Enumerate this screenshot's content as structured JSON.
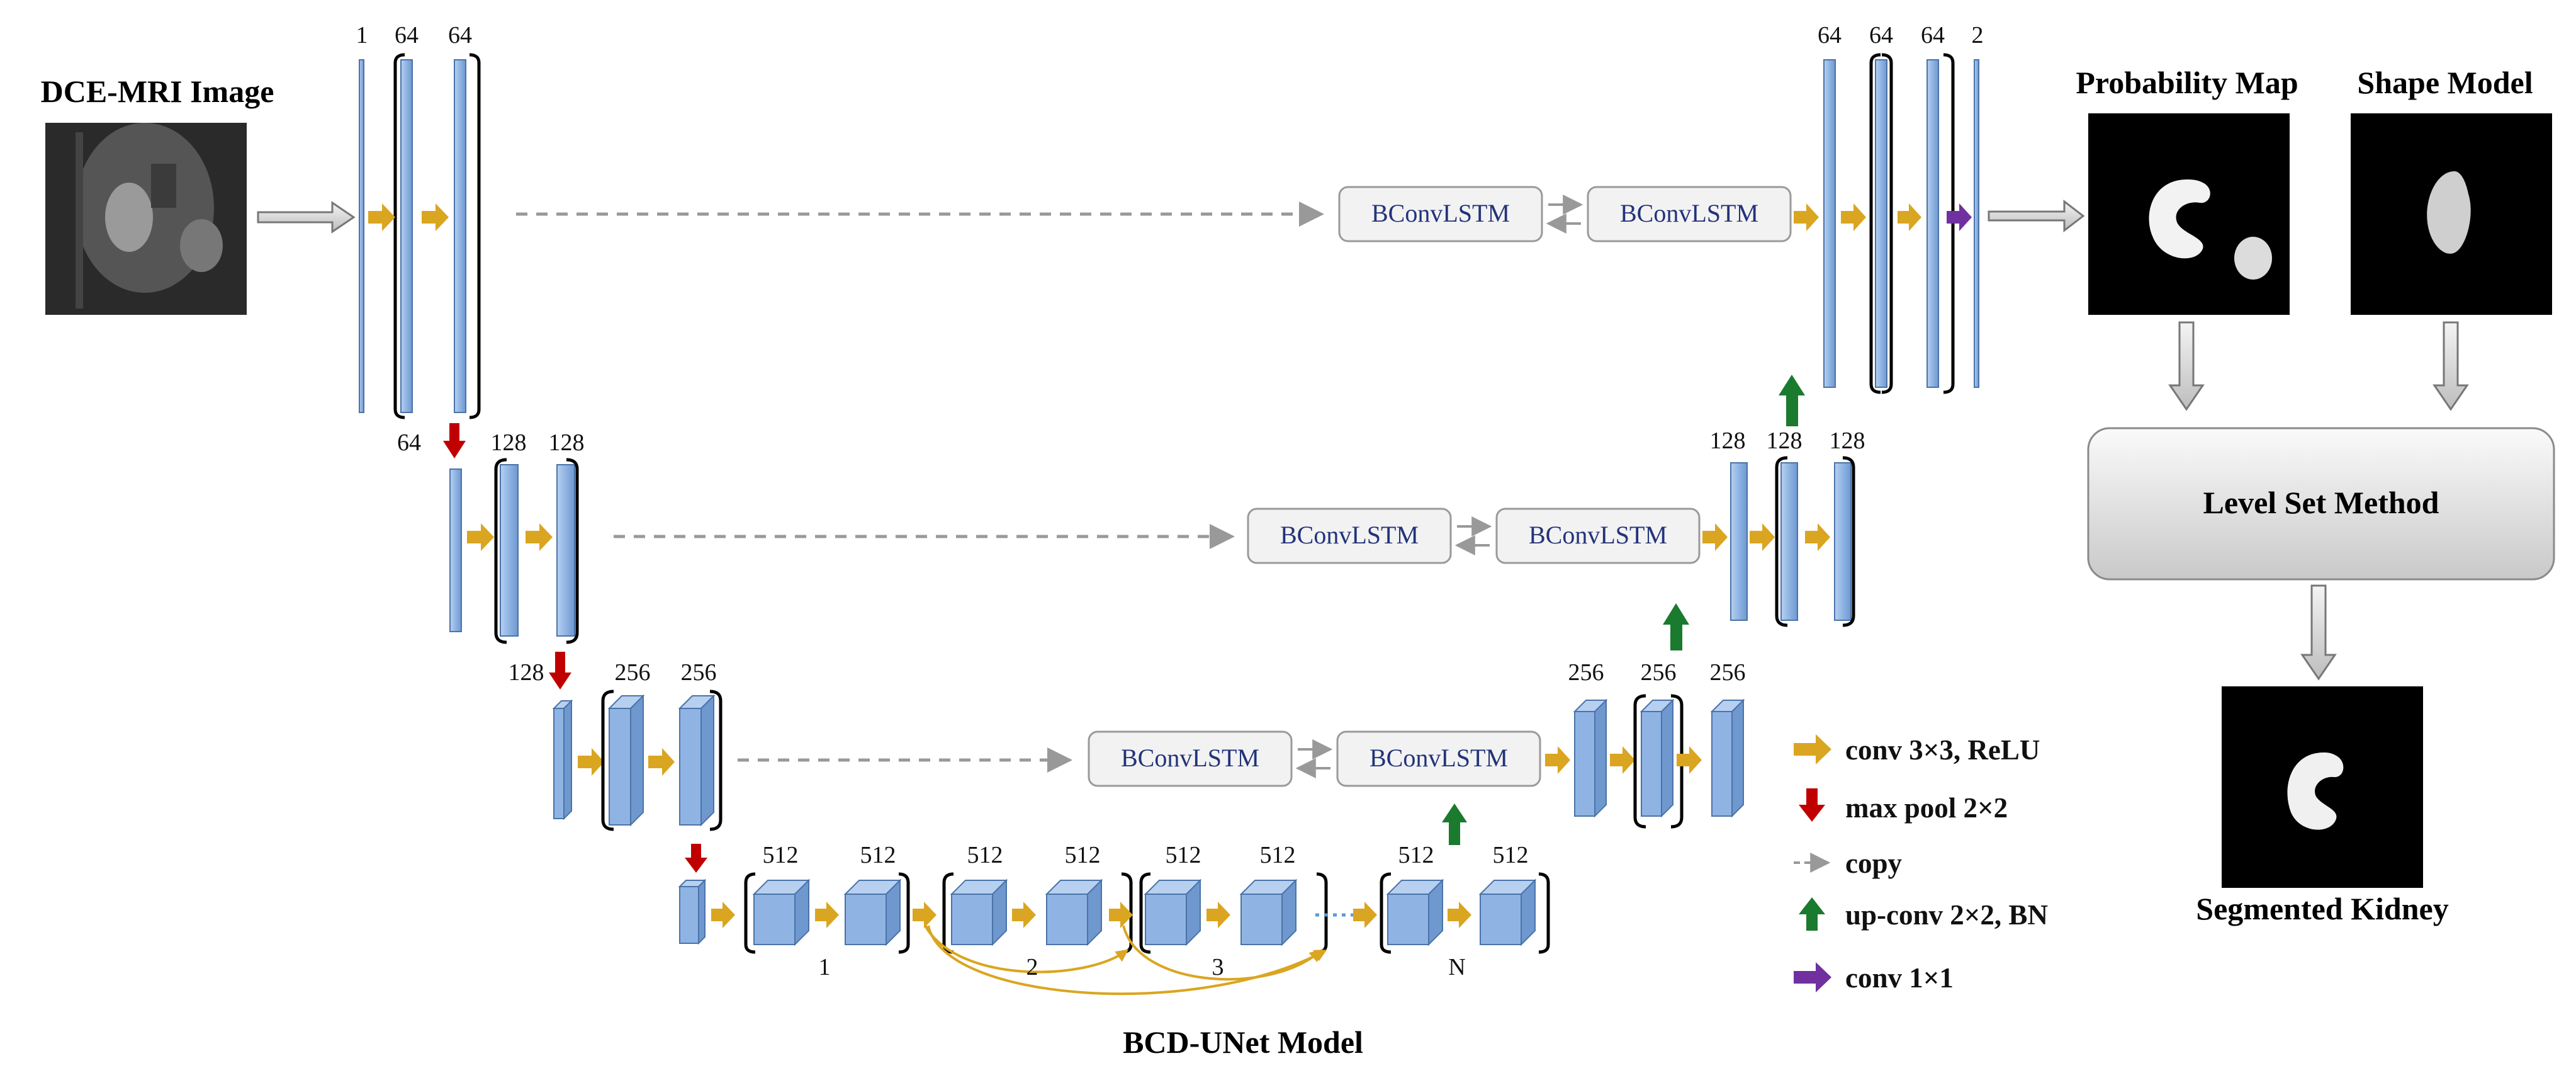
{
  "input": {
    "title": "DCE-MRI Image"
  },
  "level1": {
    "enc": [
      "1",
      "64",
      "64"
    ],
    "dec": [
      "64",
      "64",
      "64",
      "2"
    ],
    "blocks": [
      "BConvLSTM",
      "BConvLSTM"
    ]
  },
  "level2": {
    "enc": [
      "64",
      "128",
      "128"
    ],
    "dec": [
      "128",
      "128",
      "128"
    ],
    "blocks": [
      "BConvLSTM",
      "BConvLSTM"
    ]
  },
  "level3": {
    "enc": [
      "128",
      "256",
      "256"
    ],
    "dec": [
      "256",
      "256",
      "256"
    ],
    "blocks": [
      "BConvLSTM",
      "BConvLSTM"
    ]
  },
  "bottleneck": {
    "labels": [
      "512",
      "512",
      "512",
      "512",
      "512",
      "512",
      "512",
      "512"
    ],
    "indices": [
      "1",
      "2",
      "3",
      "N"
    ]
  },
  "model_title": "BCD-UNet Model",
  "legend": [
    {
      "label": "conv 3×3, ReLU",
      "icon": "orange-arrow",
      "color": "#DAA520"
    },
    {
      "label": "max pool 2×2",
      "icon": "red-down-arrow",
      "color": "#C00000"
    },
    {
      "label": "copy",
      "icon": "dashed-gray-arrow",
      "color": "#999999"
    },
    {
      "label": "up-conv 2×2, BN",
      "icon": "green-up-arrow",
      "color": "#1A7A2E"
    },
    {
      "label": "conv 1×1",
      "icon": "purple-arrow",
      "color": "#7030A0"
    }
  ],
  "outputs": {
    "probability_map": "Probability Map",
    "shape_model": "Shape Model",
    "level_set": "Level Set Method",
    "segmented": "Segmented Kidney"
  }
}
